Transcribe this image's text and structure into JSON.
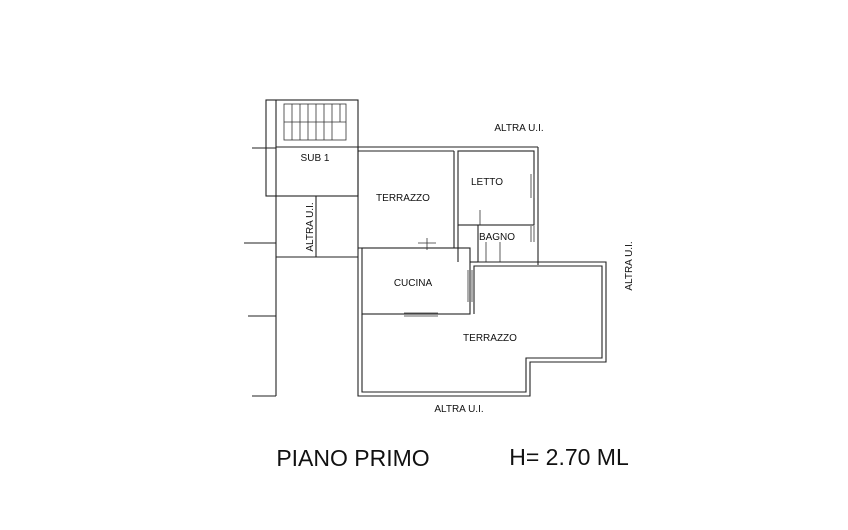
{
  "plan": {
    "rooms": {
      "sub1": "SUB 1",
      "terrazzo_upper": "TERRAZZO",
      "letto": "LETTO",
      "bagno": "BAGNO",
      "cucina": "CUCINA",
      "terrazzo_lower": "TERRAZZO"
    },
    "neighbors": {
      "top": "ALTRA U.I.",
      "left": "ALTRA U.I.",
      "right": "ALTRA U.I.",
      "bottom": "ALTRA U.I."
    }
  },
  "footer": {
    "floor_name": "PIANO PRIMO",
    "height": "H= 2.70 ML"
  }
}
